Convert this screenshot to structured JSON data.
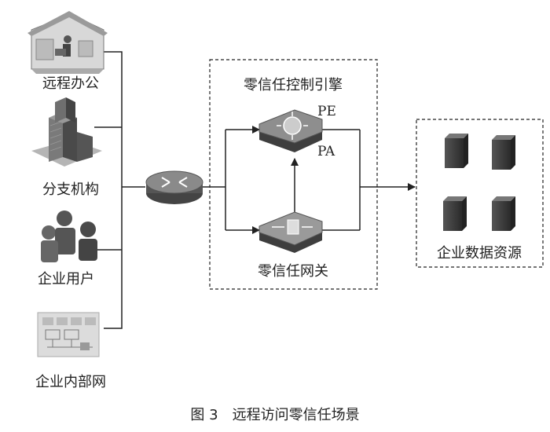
{
  "left_nodes": {
    "remote_office": "远程办公",
    "branch": "分支机构",
    "enterprise_user": "企业用户",
    "intranet": "企业内部网"
  },
  "control": {
    "engine_label": "零信任控制引擎",
    "pe_label": "PE",
    "pa_label": "PA",
    "gateway_label": "零信任网关"
  },
  "resources": {
    "label": "企业数据资源"
  },
  "caption": "图 3　远程访问零信任场景"
}
